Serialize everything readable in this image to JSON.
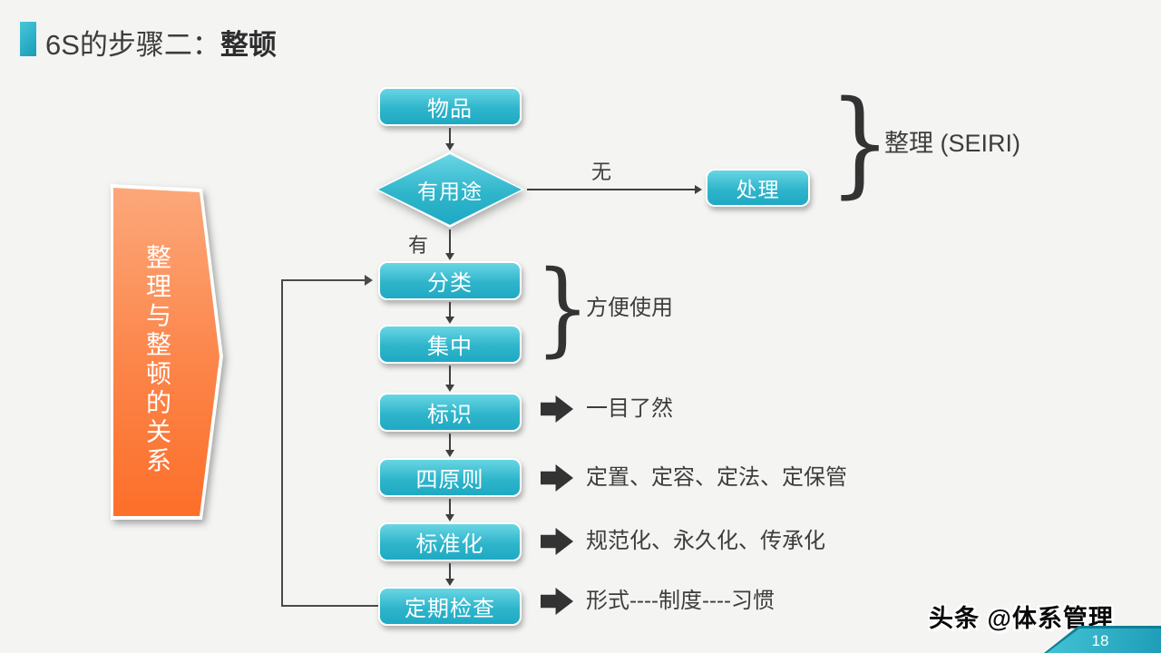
{
  "title": {
    "prefix": "6S的步骤二：",
    "emphasis": "整顿"
  },
  "banner": {
    "text": "整理与整顿的关系"
  },
  "flow": {
    "start": "物品",
    "decision": "有用途",
    "reject": "处理",
    "label_no": "无",
    "label_yes": "有",
    "steps": [
      "分类",
      "集中",
      "标识",
      "四原则",
      "标准化",
      "定期检查"
    ]
  },
  "annotations": {
    "seiri": "整理 (SEIRI)",
    "group": "方便使用",
    "rows": [
      "一目了然",
      "定置、定容、定法、定保管",
      "规范化、永久化、传承化",
      "形式----制度----习惯"
    ]
  },
  "icons": {
    "brace": "}"
  },
  "footer": {
    "watermark": "头条 @体系管理",
    "page": "18"
  },
  "colors": {
    "teal_top": "#68d6e4",
    "teal_bottom": "#1fa9c3",
    "orange_top": "#fca97c",
    "orange_bottom": "#fd6e28",
    "accent_bar": "#2ab8cf",
    "text_dark": "#3d3d3d",
    "arrow_dark": "#333333",
    "background": "#f4f4f3"
  }
}
